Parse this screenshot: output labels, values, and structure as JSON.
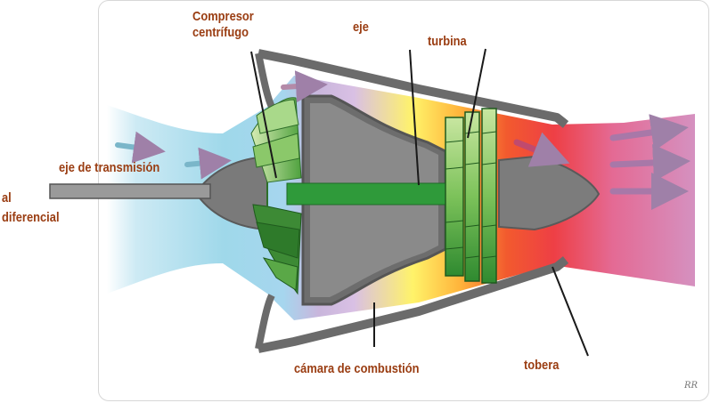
{
  "labels": {
    "compressor": "Compresor\ncentrífugo",
    "shaft": "eje",
    "turbine": "turbina",
    "drive_shaft": "eje de transmisión",
    "differential": "al\ndiferencial",
    "combustion_chamber": "cámara de combustión",
    "nozzle": "tobera"
  },
  "signature": "RR",
  "colors": {
    "label_text": "#9a3d12",
    "intake_air": "#8fd0e6",
    "exhaust": "#d98ab0",
    "shaft_green": "#2f9a3a",
    "compressor_green": "#5cae4a",
    "casing": "#666666"
  }
}
